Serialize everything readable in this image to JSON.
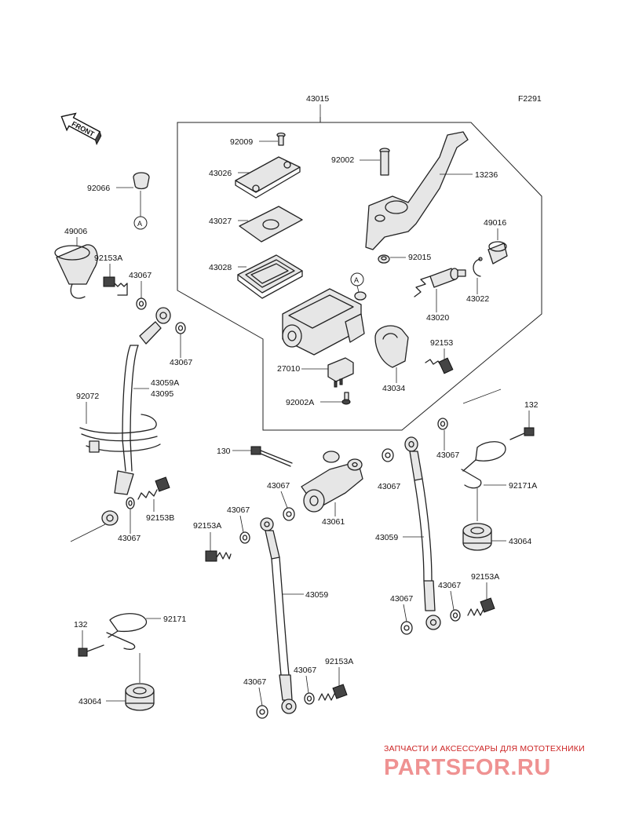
{
  "figure_code": "F2291",
  "front_label": "FRONT",
  "callout_a": "A",
  "labels": {
    "l43015": "43015",
    "l92009": "92009",
    "l43026": "43026",
    "l43027": "43027",
    "l43028": "43028",
    "l92002": "92002",
    "l13236": "13236",
    "l49016": "49016",
    "l92015": "92015",
    "l43022": "43022",
    "l43020": "43020",
    "l92153": "92153",
    "l27010": "27010",
    "l43034": "43034",
    "l92002A": "92002A",
    "l92066": "92066",
    "l49006": "49006",
    "l92153A_top": "92153A",
    "l43067_a": "43067",
    "l43067_b": "43067",
    "l43059A": "43059A",
    "l43095": "43095",
    "l92072": "92072",
    "l92153B": "92153B",
    "l43067_c": "43067",
    "l130": "130",
    "l43067_d": "43067",
    "l43061": "43061",
    "l43067_e": "43067",
    "l43067_f": "43067",
    "l92153A_mid": "92153A",
    "l43059_mid": "43059",
    "l43059_right": "43059",
    "l132_right": "132",
    "l92171A": "92171A",
    "l43064_right": "43064",
    "l43067_g": "43067",
    "l92153A_right": "92153A",
    "l43067_h": "43067",
    "l132_left": "132",
    "l92171": "92171",
    "l43064_left": "43064",
    "l92153A_bot": "92153A",
    "l43067_i": "43067",
    "l43067_j": "43067"
  },
  "watermark": {
    "caption": "ЗАПЧАСТИ И АКСЕССУАРЫ ДЛЯ МОТОТЕХНИКИ",
    "logo": "PARTSFOR.RU"
  }
}
